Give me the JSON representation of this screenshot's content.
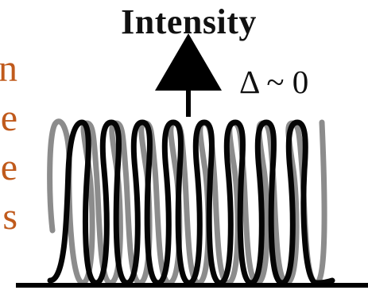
{
  "left_letters": [
    "n",
    "e",
    "e",
    "s"
  ],
  "title": "Intensity",
  "annotation": "Δ ~ 0",
  "colors": {
    "left_text": "#c05a1c",
    "black_wave": "#050505",
    "gray_wave": "#8c8c8c",
    "axis": "#000000"
  }
}
